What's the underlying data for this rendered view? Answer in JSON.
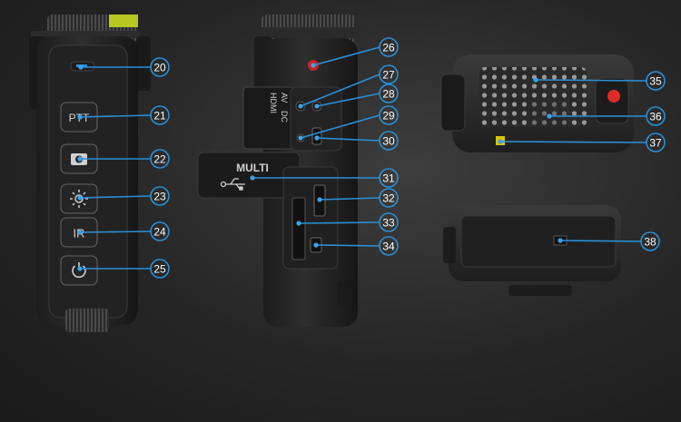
{
  "device": {
    "side_left": {
      "buttons": [
        {
          "name": "ptt",
          "label": "PTT"
        },
        {
          "name": "camera",
          "label": ""
        },
        {
          "name": "brightness",
          "label": ""
        },
        {
          "name": "ir",
          "label": "IR"
        },
        {
          "name": "power",
          "label": ""
        }
      ]
    },
    "side_right": {
      "port_labels": {
        "av": "AV",
        "dc": "DC",
        "hdmi": "HDMI"
      },
      "cover_label": "MULTI"
    }
  },
  "callouts": [
    {
      "num": "20",
      "target": "indicator-light"
    },
    {
      "num": "21",
      "target": "ptt-button"
    },
    {
      "num": "22",
      "target": "camera-button"
    },
    {
      "num": "23",
      "target": "brightness-button"
    },
    {
      "num": "24",
      "target": "ir-button"
    },
    {
      "num": "25",
      "target": "power-button"
    },
    {
      "num": "26",
      "target": "top-red-indicator"
    },
    {
      "num": "27",
      "target": "av-port"
    },
    {
      "num": "28",
      "target": "dc-port"
    },
    {
      "num": "29",
      "target": "hdmi-port"
    },
    {
      "num": "30",
      "target": "hdmi-socket"
    },
    {
      "num": "31",
      "target": "usb-cover"
    },
    {
      "num": "32",
      "target": "micro-slot"
    },
    {
      "num": "33",
      "target": "sd-slot"
    },
    {
      "num": "34",
      "target": "usb-port"
    },
    {
      "num": "35",
      "target": "ir-led-array"
    },
    {
      "num": "36",
      "target": "speaker-grille"
    },
    {
      "num": "37",
      "target": "status-leds"
    },
    {
      "num": "38",
      "target": "bottom-label"
    }
  ]
}
